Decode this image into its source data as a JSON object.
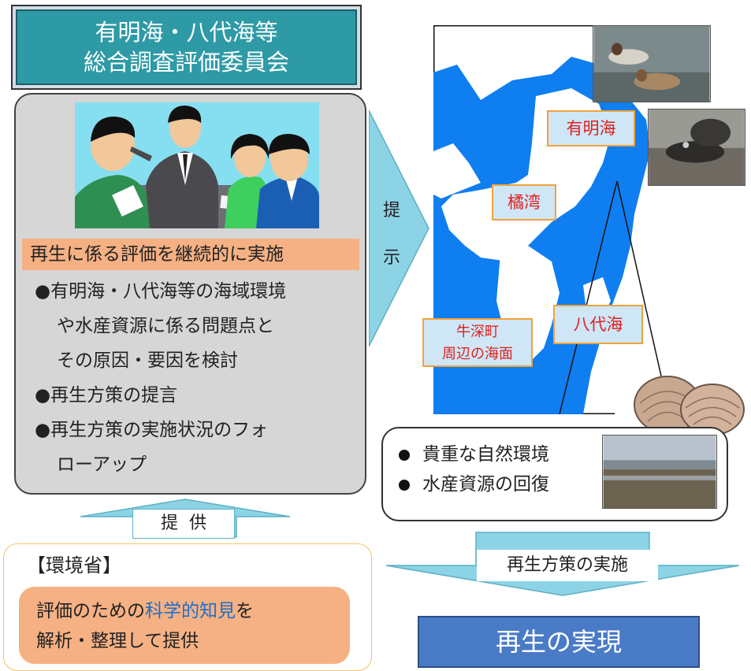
{
  "committee": {
    "title_line1": "有明海・八代海等",
    "title_line2": "総合調査評価委員会"
  },
  "panel": {
    "highlight": "再生に係る評価を継続的に実施",
    "bullets": [
      {
        "lines": [
          "●有明海・八代海等の海域環境",
          "や水産資源に係る問題点と",
          "その原因・要因を検討"
        ]
      },
      {
        "lines": [
          "●再生方策の提言"
        ]
      },
      {
        "lines": [
          "●再生方策の実施状況のフォ",
          "ローアップ"
        ]
      }
    ]
  },
  "provide_label": "提供",
  "present_label": [
    "提",
    "示"
  ],
  "moe": {
    "title": "【環境省】",
    "text_prefix": "評価のための",
    "text_highlight": "科学的知見",
    "text_suffix": "を",
    "text_line2": "解析・整理して提供"
  },
  "map": {
    "labels": {
      "ariake": "有明海",
      "tachibana": "橘湾",
      "yatsushiro": "八代海",
      "ushibuka_line1": "牛深町",
      "ushibuka_line2": "周辺の海面"
    },
    "sea_color": "#0f7ef0",
    "label_border_color": "#f2a23a",
    "label_text_color": "#e0201c"
  },
  "info": {
    "items": [
      "貴重な自然環境",
      "水産資源の回復"
    ]
  },
  "implementation_label": "再生方策の実施",
  "result_label": "再生の実現",
  "colors": {
    "committee_teal": "#2e9aa6",
    "arrow_fill": "#8dd3e6",
    "highlight_orange": "#f5b183",
    "result_blue": "#4a7bc6"
  }
}
